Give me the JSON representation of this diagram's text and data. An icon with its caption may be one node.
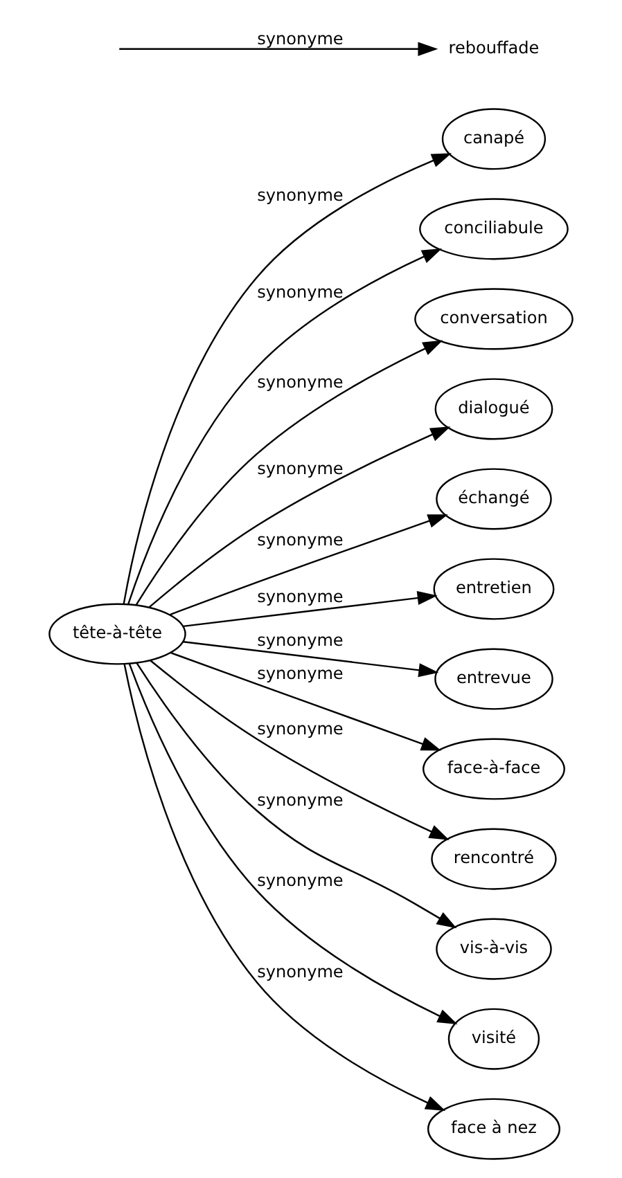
{
  "diagram": {
    "nodes": [
      {
        "text": [
          "tête-à-tête"
        ]
      },
      {
        "text": [
          "canapé"
        ]
      },
      {
        "text": [
          "conciliabule"
        ]
      },
      {
        "text": [
          "conversation"
        ]
      },
      {
        "text": [
          "dialogué"
        ]
      },
      {
        "text": [
          "échangé"
        ]
      },
      {
        "text": [
          "entretien"
        ]
      },
      {
        "text": [
          "entrevue"
        ]
      },
      {
        "text": [
          "face-à-face"
        ]
      },
      {
        "text": [
          "rencontré"
        ]
      },
      {
        "text": [
          "vis-à-vis"
        ]
      },
      {
        "text": [
          "visité"
        ]
      },
      {
        "text": [
          "face à nez"
        ]
      },
      {
        "text": [
          "rebouffade"
        ]
      }
    ],
    "edges": [
      {
        "from": 0,
        "to": 1,
        "arrow": "to",
        "label": "synonyme"
      },
      {
        "from": 0,
        "to": 2,
        "arrow": "to",
        "label": "synonyme"
      },
      {
        "from": 0,
        "to": 3,
        "arrow": "to",
        "label": "synonyme"
      },
      {
        "from": 0,
        "to": 4,
        "arrow": "to",
        "label": "synonyme"
      },
      {
        "from": 0,
        "to": 5,
        "arrow": "to",
        "label": "synonyme"
      },
      {
        "from": 0,
        "to": 6,
        "arrow": "to",
        "label": "synonyme"
      },
      {
        "from": 0,
        "to": 7,
        "arrow": "to",
        "label": "synonyme"
      },
      {
        "from": 0,
        "to": 8,
        "arrow": "to",
        "label": "synonyme"
      },
      {
        "from": 0,
        "to": 9,
        "arrow": "to",
        "label": "synonyme"
      },
      {
        "from": 0,
        "to": 10,
        "arrow": "to",
        "label": "synonyme"
      },
      {
        "from": 0,
        "to": 11,
        "arrow": "to",
        "label": "synonyme"
      },
      {
        "from": 0,
        "to": 12,
        "arrow": "to",
        "label": "synonyme"
      },
      {
        "from": null,
        "to": 13,
        "arrow": "to",
        "label": "synonyme"
      }
    ]
  }
}
